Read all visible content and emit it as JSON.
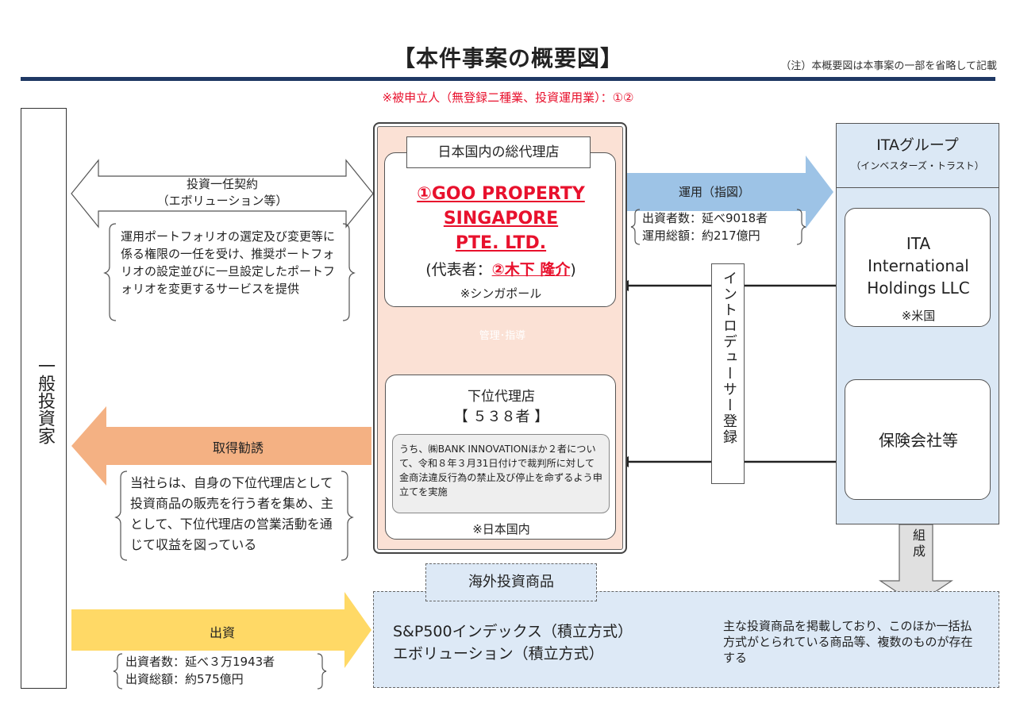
{
  "header": {
    "title": "【本件事案の概要図】",
    "note": "（注）本概要図は本事案の一部を省略して記載",
    "respondent": "※被申立人（無登録二種業、投資運用業）：①②"
  },
  "investor": {
    "label": "一般投資家"
  },
  "contract": {
    "label": "投資一任契約",
    "sub": "（エボリューション等）",
    "desc": "運用ポートフォリオの選定及び変更等に係る権限の一任を受け、推奨ポートフォリオの設定並びに一旦設定したポートフォリオを変更するサービスを提供"
  },
  "general_agent": {
    "label": "日本国内の総代理店",
    "name_line1": "①GOO PROPERTY",
    "name_line2": "SINGAPORE",
    "name_line3": "PTE. LTD.",
    "rep_prefix": "(代表者：",
    "rep_name": "②木下 隆介",
    "rep_suffix": ")",
    "location": "※シンガポール"
  },
  "management": {
    "label": "管理･指導"
  },
  "sub_agent": {
    "label": "下位代理店",
    "count": "【 ５３８者 】",
    "note": "うち、㈱BANK INNOVATIONほか２者について、令和８年３月31日付けで裁判所に対して金商法違反行為の禁止及び停止を命ずるよう申立てを実施",
    "location": "※日本国内"
  },
  "solicitation": {
    "label": "取得勧誘",
    "desc": "当社らは、自身の下位代理店として投資商品の販売を行う者を集め、主として、下位代理店の営業活動を通じて収益を図っている"
  },
  "investment": {
    "label": "出資",
    "investors_count": "出資者数：延べ３万1943者",
    "total_amount": "出資総額：約575億円"
  },
  "operation": {
    "label": "運用（指図）",
    "investors_count": "出資者数：延べ9018者",
    "total_amount": "運用総額：約217億円"
  },
  "introducer": {
    "label": "イントロデューサー登録"
  },
  "ita_group": {
    "label": "ITAグループ",
    "sub": "（インベスターズ・トラスト）",
    "holding_line1": "ITA",
    "holding_line2": "International",
    "holding_line3": "Holdings LLC",
    "holding_location": "※米国",
    "insurance": "保険会社等"
  },
  "composition": {
    "label": "組成"
  },
  "products": {
    "label": "海外投資商品",
    "item1": "S&P500インデックス（積立方式）",
    "item2": "エボリューション（積立方式）",
    "desc": "主な投資商品を掲載しており、このほか一括払方式がとられている商品等、複数のものが存在する"
  },
  "colors": {
    "navy_rule": "#1f3864",
    "red": "#e8112d",
    "agent_fill": "#fbe1d5",
    "ita_fill": "#dbe8f5",
    "operation_arrow": "#9dc3e6",
    "management_arrow": "#5b9bd5",
    "solicitation_arrow": "#f4b183",
    "investment_arrow": "#ffd966",
    "composition_arrow": "#d9d9d9"
  }
}
